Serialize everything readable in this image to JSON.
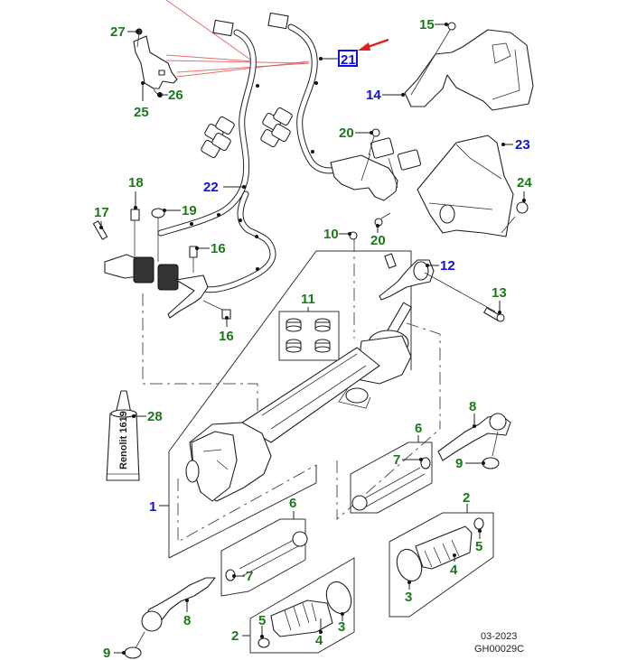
{
  "diagram": {
    "title": "Steering gear exploded parts diagram",
    "colors": {
      "label_green": "#1a7a1a",
      "label_blue": "#1010dd",
      "highlight_box": "#1010dd",
      "pointer_arrow": "#e02020",
      "line": "#222222"
    },
    "highlighted_part": "21",
    "callouts": [
      {
        "id": "1",
        "text": "1",
        "color": "blue"
      },
      {
        "id": "2a",
        "text": "2",
        "color": "green"
      },
      {
        "id": "2b",
        "text": "2",
        "color": "green"
      },
      {
        "id": "3a",
        "text": "3",
        "color": "green"
      },
      {
        "id": "3b",
        "text": "3",
        "color": "green"
      },
      {
        "id": "4a",
        "text": "4",
        "color": "green"
      },
      {
        "id": "4b",
        "text": "4",
        "color": "green"
      },
      {
        "id": "5a",
        "text": "5",
        "color": "green"
      },
      {
        "id": "5b",
        "text": "5",
        "color": "green"
      },
      {
        "id": "6a",
        "text": "6",
        "color": "green"
      },
      {
        "id": "6b",
        "text": "6",
        "color": "green"
      },
      {
        "id": "7a",
        "text": "7",
        "color": "green"
      },
      {
        "id": "7b",
        "text": "7",
        "color": "green"
      },
      {
        "id": "8a",
        "text": "8",
        "color": "green"
      },
      {
        "id": "8b",
        "text": "8",
        "color": "green"
      },
      {
        "id": "9a",
        "text": "9",
        "color": "green"
      },
      {
        "id": "9b",
        "text": "9",
        "color": "green"
      },
      {
        "id": "10",
        "text": "10",
        "color": "green"
      },
      {
        "id": "11",
        "text": "11",
        "color": "green"
      },
      {
        "id": "12",
        "text": "12",
        "color": "blue"
      },
      {
        "id": "13",
        "text": "13",
        "color": "green"
      },
      {
        "id": "14",
        "text": "14",
        "color": "blue"
      },
      {
        "id": "15",
        "text": "15",
        "color": "green"
      },
      {
        "id": "16a",
        "text": "16",
        "color": "green"
      },
      {
        "id": "16b",
        "text": "16",
        "color": "green"
      },
      {
        "id": "17",
        "text": "17",
        "color": "green"
      },
      {
        "id": "18",
        "text": "18",
        "color": "green"
      },
      {
        "id": "19",
        "text": "19",
        "color": "green"
      },
      {
        "id": "20a",
        "text": "20",
        "color": "green"
      },
      {
        "id": "20b",
        "text": "20",
        "color": "green"
      },
      {
        "id": "21",
        "text": "21",
        "color": "blue"
      },
      {
        "id": "22",
        "text": "22",
        "color": "blue"
      },
      {
        "id": "23",
        "text": "23",
        "color": "blue"
      },
      {
        "id": "24",
        "text": "24",
        "color": "green"
      },
      {
        "id": "25",
        "text": "25",
        "color": "green"
      },
      {
        "id": "26",
        "text": "26",
        "color": "green"
      },
      {
        "id": "27",
        "text": "27",
        "color": "green"
      },
      {
        "id": "28",
        "text": "28",
        "color": "green"
      }
    ],
    "grease_tube_label": "Renolit 1619",
    "footer": {
      "date": "03-2023",
      "code": "GH00029C"
    }
  }
}
